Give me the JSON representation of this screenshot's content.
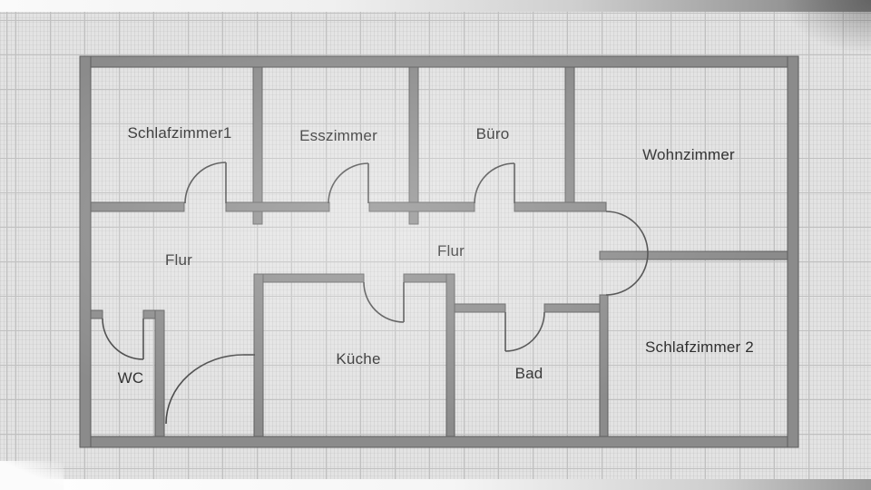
{
  "plan": {
    "rooms": [
      {
        "id": "schlafzimmer1",
        "label": "Schlafzimmer1"
      },
      {
        "id": "esszimmer",
        "label": "Esszimmer"
      },
      {
        "id": "buero",
        "label": "Büro"
      },
      {
        "id": "wohnzimmer",
        "label": "Wohnzimmer"
      },
      {
        "id": "flur-links",
        "label": "Flur"
      },
      {
        "id": "flur-mitte",
        "label": "Flur"
      },
      {
        "id": "kueche",
        "label": "Küche"
      },
      {
        "id": "bad",
        "label": "Bad"
      },
      {
        "id": "wc",
        "label": "WC"
      },
      {
        "id": "schlafzimmer2",
        "label": "Schlafzimmer 2"
      }
    ]
  },
  "colors": {
    "paper": "#e3e3e3",
    "grid_major": "#c0c0c0",
    "wall_fill": "#8b8b8b",
    "wall_outline": "#5e5e5e",
    "door_line": "#4a4a4a",
    "label_text": "#2e2e2e"
  }
}
